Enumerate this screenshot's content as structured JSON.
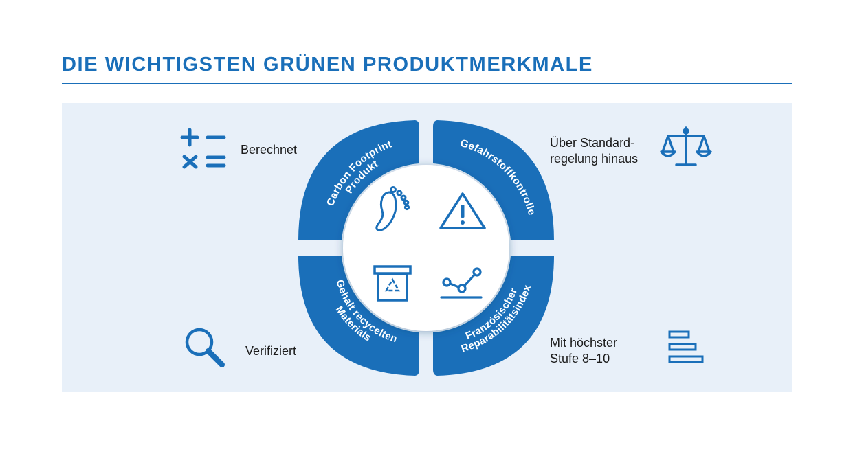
{
  "title": "DIE WICHTIGSTEN GRÜNEN PRODUKTMERKMALE",
  "colors": {
    "accent": "#1a6fb9",
    "panel": "#e8f0f9",
    "text": "#1c1c1c"
  },
  "segments": [
    {
      "lines": [
        "Produkt",
        "Carbon Footprint"
      ],
      "icon": "footprint-icon"
    },
    {
      "lines": [
        "Gefahrstoffkontrolle"
      ],
      "icon": "warning-icon"
    },
    {
      "lines": [
        "Gehalt recycelten",
        "Materials"
      ],
      "icon": "recycle-box-icon"
    },
    {
      "lines": [
        "Französischer",
        "Reparabilitätsindex"
      ],
      "icon": "line-chart-icon"
    }
  ],
  "callouts": {
    "top_left": {
      "lines": [
        "Berechnet"
      ],
      "icon": "calculator-icon"
    },
    "top_right": {
      "lines": [
        "Über Standard-",
        "regelung hinaus"
      ],
      "icon": "scales-icon"
    },
    "bottom_left": {
      "lines": [
        "Verifiziert"
      ],
      "icon": "magnifier-icon"
    },
    "bottom_right": {
      "lines": [
        "Mit höchster",
        "Stufe 8–10"
      ],
      "icon": "bar-levels-icon"
    }
  }
}
